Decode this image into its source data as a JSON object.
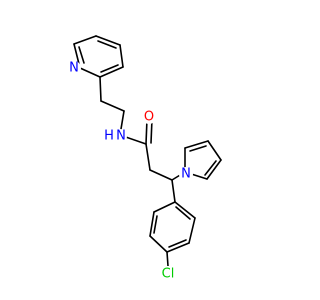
{
  "colors": {
    "bond": "#000000",
    "background": "#ffffff",
    "nitrogen": "#0000ff",
    "oxygen": "#ff0000",
    "chlorine": "#00cc00"
  },
  "molecule": {
    "atoms": {
      "n_pyridine": {
        "label": "N",
        "color": "nitrogen"
      },
      "n_amide": {
        "label": "N",
        "color": "nitrogen"
      },
      "h_amide": {
        "label": "H",
        "color": "nitrogen"
      },
      "o_carbonyl": {
        "label": "O",
        "color": "oxygen"
      },
      "n_pyrrole": {
        "label": "N",
        "color": "nitrogen"
      },
      "cl": {
        "label": "Cl",
        "color": "chlorine"
      }
    }
  }
}
